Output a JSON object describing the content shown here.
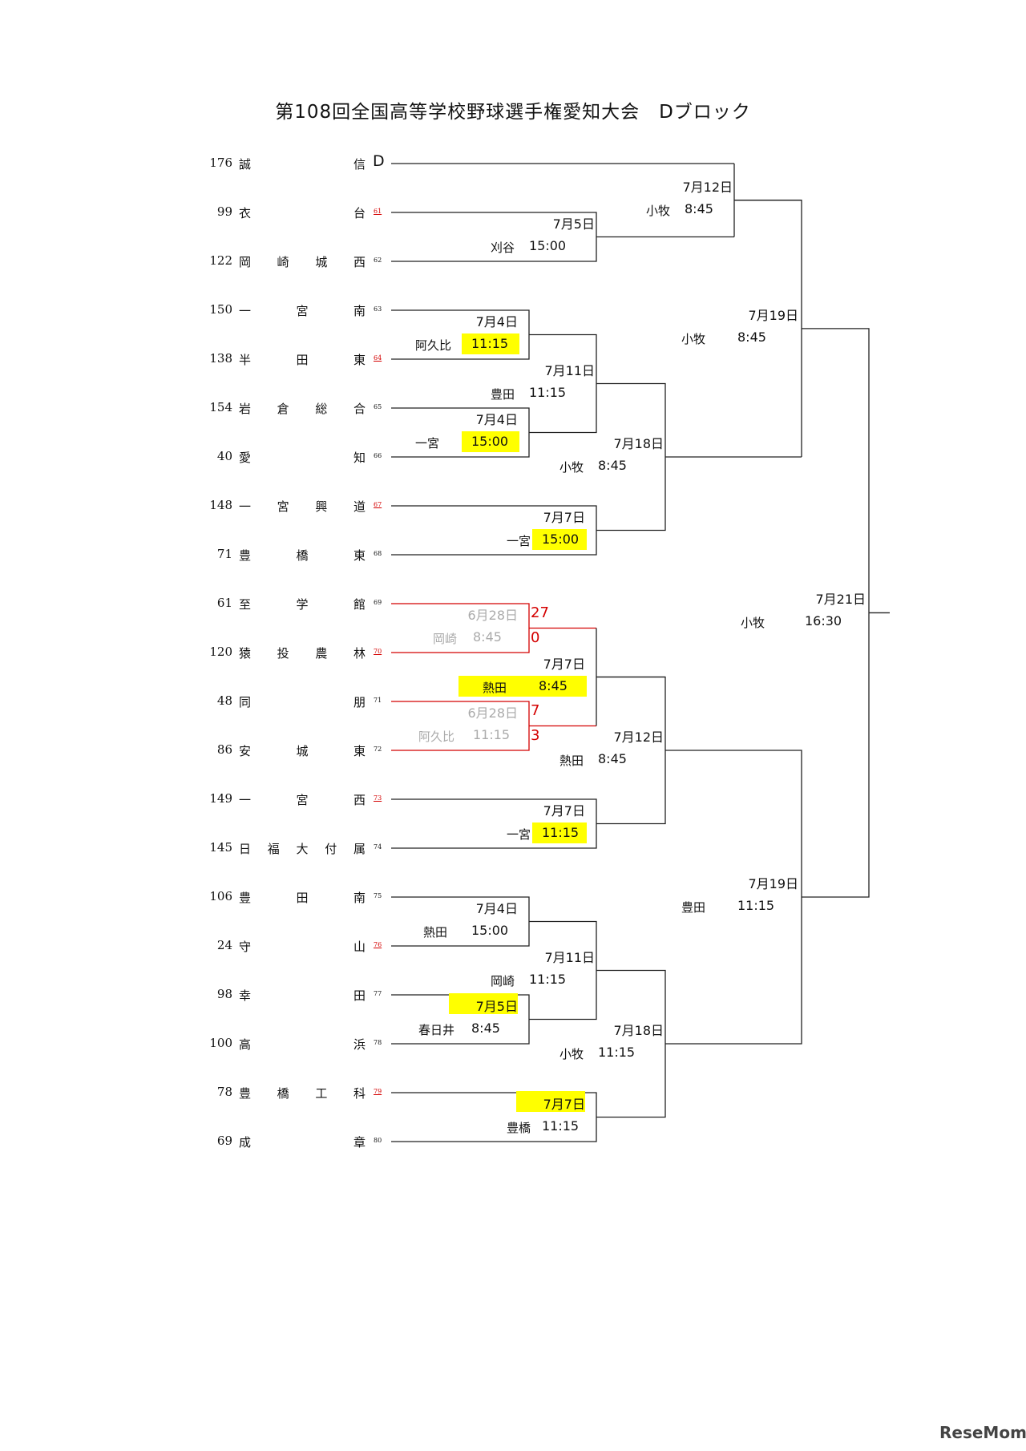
{
  "title": "第108回全国高等学校野球選手権愛知大会　Dブロック",
  "seed_mark": "D",
  "teams": [
    {
      "num": "176",
      "chars": [
        "誠",
        "信"
      ],
      "game": ""
    },
    {
      "num": "99",
      "chars": [
        "衣",
        "台"
      ],
      "game": "61"
    },
    {
      "num": "122",
      "chars": [
        "岡",
        "崎",
        "城",
        "西"
      ],
      "game": "62"
    },
    {
      "num": "150",
      "chars": [
        "一",
        "宮",
        "南"
      ],
      "game": "63"
    },
    {
      "num": "138",
      "chars": [
        "半",
        "田",
        "東"
      ],
      "game": "64"
    },
    {
      "num": "154",
      "chars": [
        "岩",
        "倉",
        "総",
        "合"
      ],
      "game": "65"
    },
    {
      "num": "40",
      "chars": [
        "愛",
        "知"
      ],
      "game": "66"
    },
    {
      "num": "148",
      "chars": [
        "一",
        "宮",
        "興",
        "道"
      ],
      "game": "67"
    },
    {
      "num": "71",
      "chars": [
        "豊",
        "橋",
        "東"
      ],
      "game": "68"
    },
    {
      "num": "61",
      "chars": [
        "至",
        "学",
        "館"
      ],
      "game": "69"
    },
    {
      "num": "120",
      "chars": [
        "猿",
        "投",
        "農",
        "林"
      ],
      "game": "70"
    },
    {
      "num": "48",
      "chars": [
        "同",
        "朋"
      ],
      "game": "71"
    },
    {
      "num": "86",
      "chars": [
        "安",
        "城",
        "東"
      ],
      "game": "72"
    },
    {
      "num": "149",
      "chars": [
        "一",
        "宮",
        "西"
      ],
      "game": "73"
    },
    {
      "num": "145",
      "chars": [
        "日",
        "福",
        "大",
        "付",
        "属"
      ],
      "game": "74"
    },
    {
      "num": "106",
      "chars": [
        "豊",
        "田",
        "南"
      ],
      "game": "75"
    },
    {
      "num": "24",
      "chars": [
        "守",
        "山"
      ],
      "game": "76"
    },
    {
      "num": "98",
      "chars": [
        "幸",
        "田"
      ],
      "game": "77"
    },
    {
      "num": "100",
      "chars": [
        "高",
        "浜"
      ],
      "game": "78"
    },
    {
      "num": "78",
      "chars": [
        "豊",
        "橋",
        "工",
        "科"
      ],
      "game": "79"
    },
    {
      "num": "69",
      "chars": [
        "成",
        "章"
      ],
      "game": "80"
    }
  ],
  "red_game_numbers": [
    "61",
    "64",
    "67",
    "70",
    "73",
    "76",
    "79"
  ],
  "matches": [
    {
      "date": "7月12日",
      "venue": "小牧",
      "time": "8:45"
    },
    {
      "date": "7月5日",
      "venue": "刈谷",
      "time": "15:00"
    },
    {
      "date": "7月19日",
      "venue": "小牧",
      "time": "8:45"
    },
    {
      "date": "7月4日",
      "venue": "阿久比",
      "time": "11:15"
    },
    {
      "date": "7月11日",
      "venue": "豊田",
      "time": "11:15"
    },
    {
      "date": "7月4日",
      "venue": "一宮",
      "time": "15:00"
    },
    {
      "date": "7月18日",
      "venue": "小牧",
      "time": "8:45"
    },
    {
      "date": "7月7日",
      "venue": "一宮",
      "time": "15:00"
    },
    {
      "date": "7月21日",
      "venue": "小牧",
      "time": "16:30"
    },
    {
      "date": "6月28日",
      "venue": "岡崎",
      "time": "8:45",
      "score_top": "27",
      "score_bottom": "0"
    },
    {
      "date": "7月7日",
      "venue": "熱田",
      "time": "8:45"
    },
    {
      "date": "6月28日",
      "venue": "阿久比",
      "time": "11:15",
      "score_top": "7",
      "score_bottom": "3"
    },
    {
      "date": "7月12日",
      "venue": "熱田",
      "time": "8:45"
    },
    {
      "date": "7月7日",
      "venue": "一宮",
      "time": "11:15"
    },
    {
      "date": "7月19日",
      "venue": "豊田",
      "time": "11:15"
    },
    {
      "date": "7月4日",
      "venue": "熱田",
      "time": "15:00"
    },
    {
      "date": "7月11日",
      "venue": "岡崎",
      "time": "11:15"
    },
    {
      "date": "7月5日",
      "venue": "春日井",
      "time": "8:45"
    },
    {
      "date": "7月18日",
      "venue": "小牧",
      "time": "11:15"
    },
    {
      "date": "7月7日",
      "venue": "豊橋",
      "time": "11:15"
    }
  ],
  "logo": "ReseMom",
  "colors": {
    "highlight": "#ffff00",
    "red": "#d40000",
    "completed_gray": "#aaaaaa",
    "line": "#222222"
  }
}
